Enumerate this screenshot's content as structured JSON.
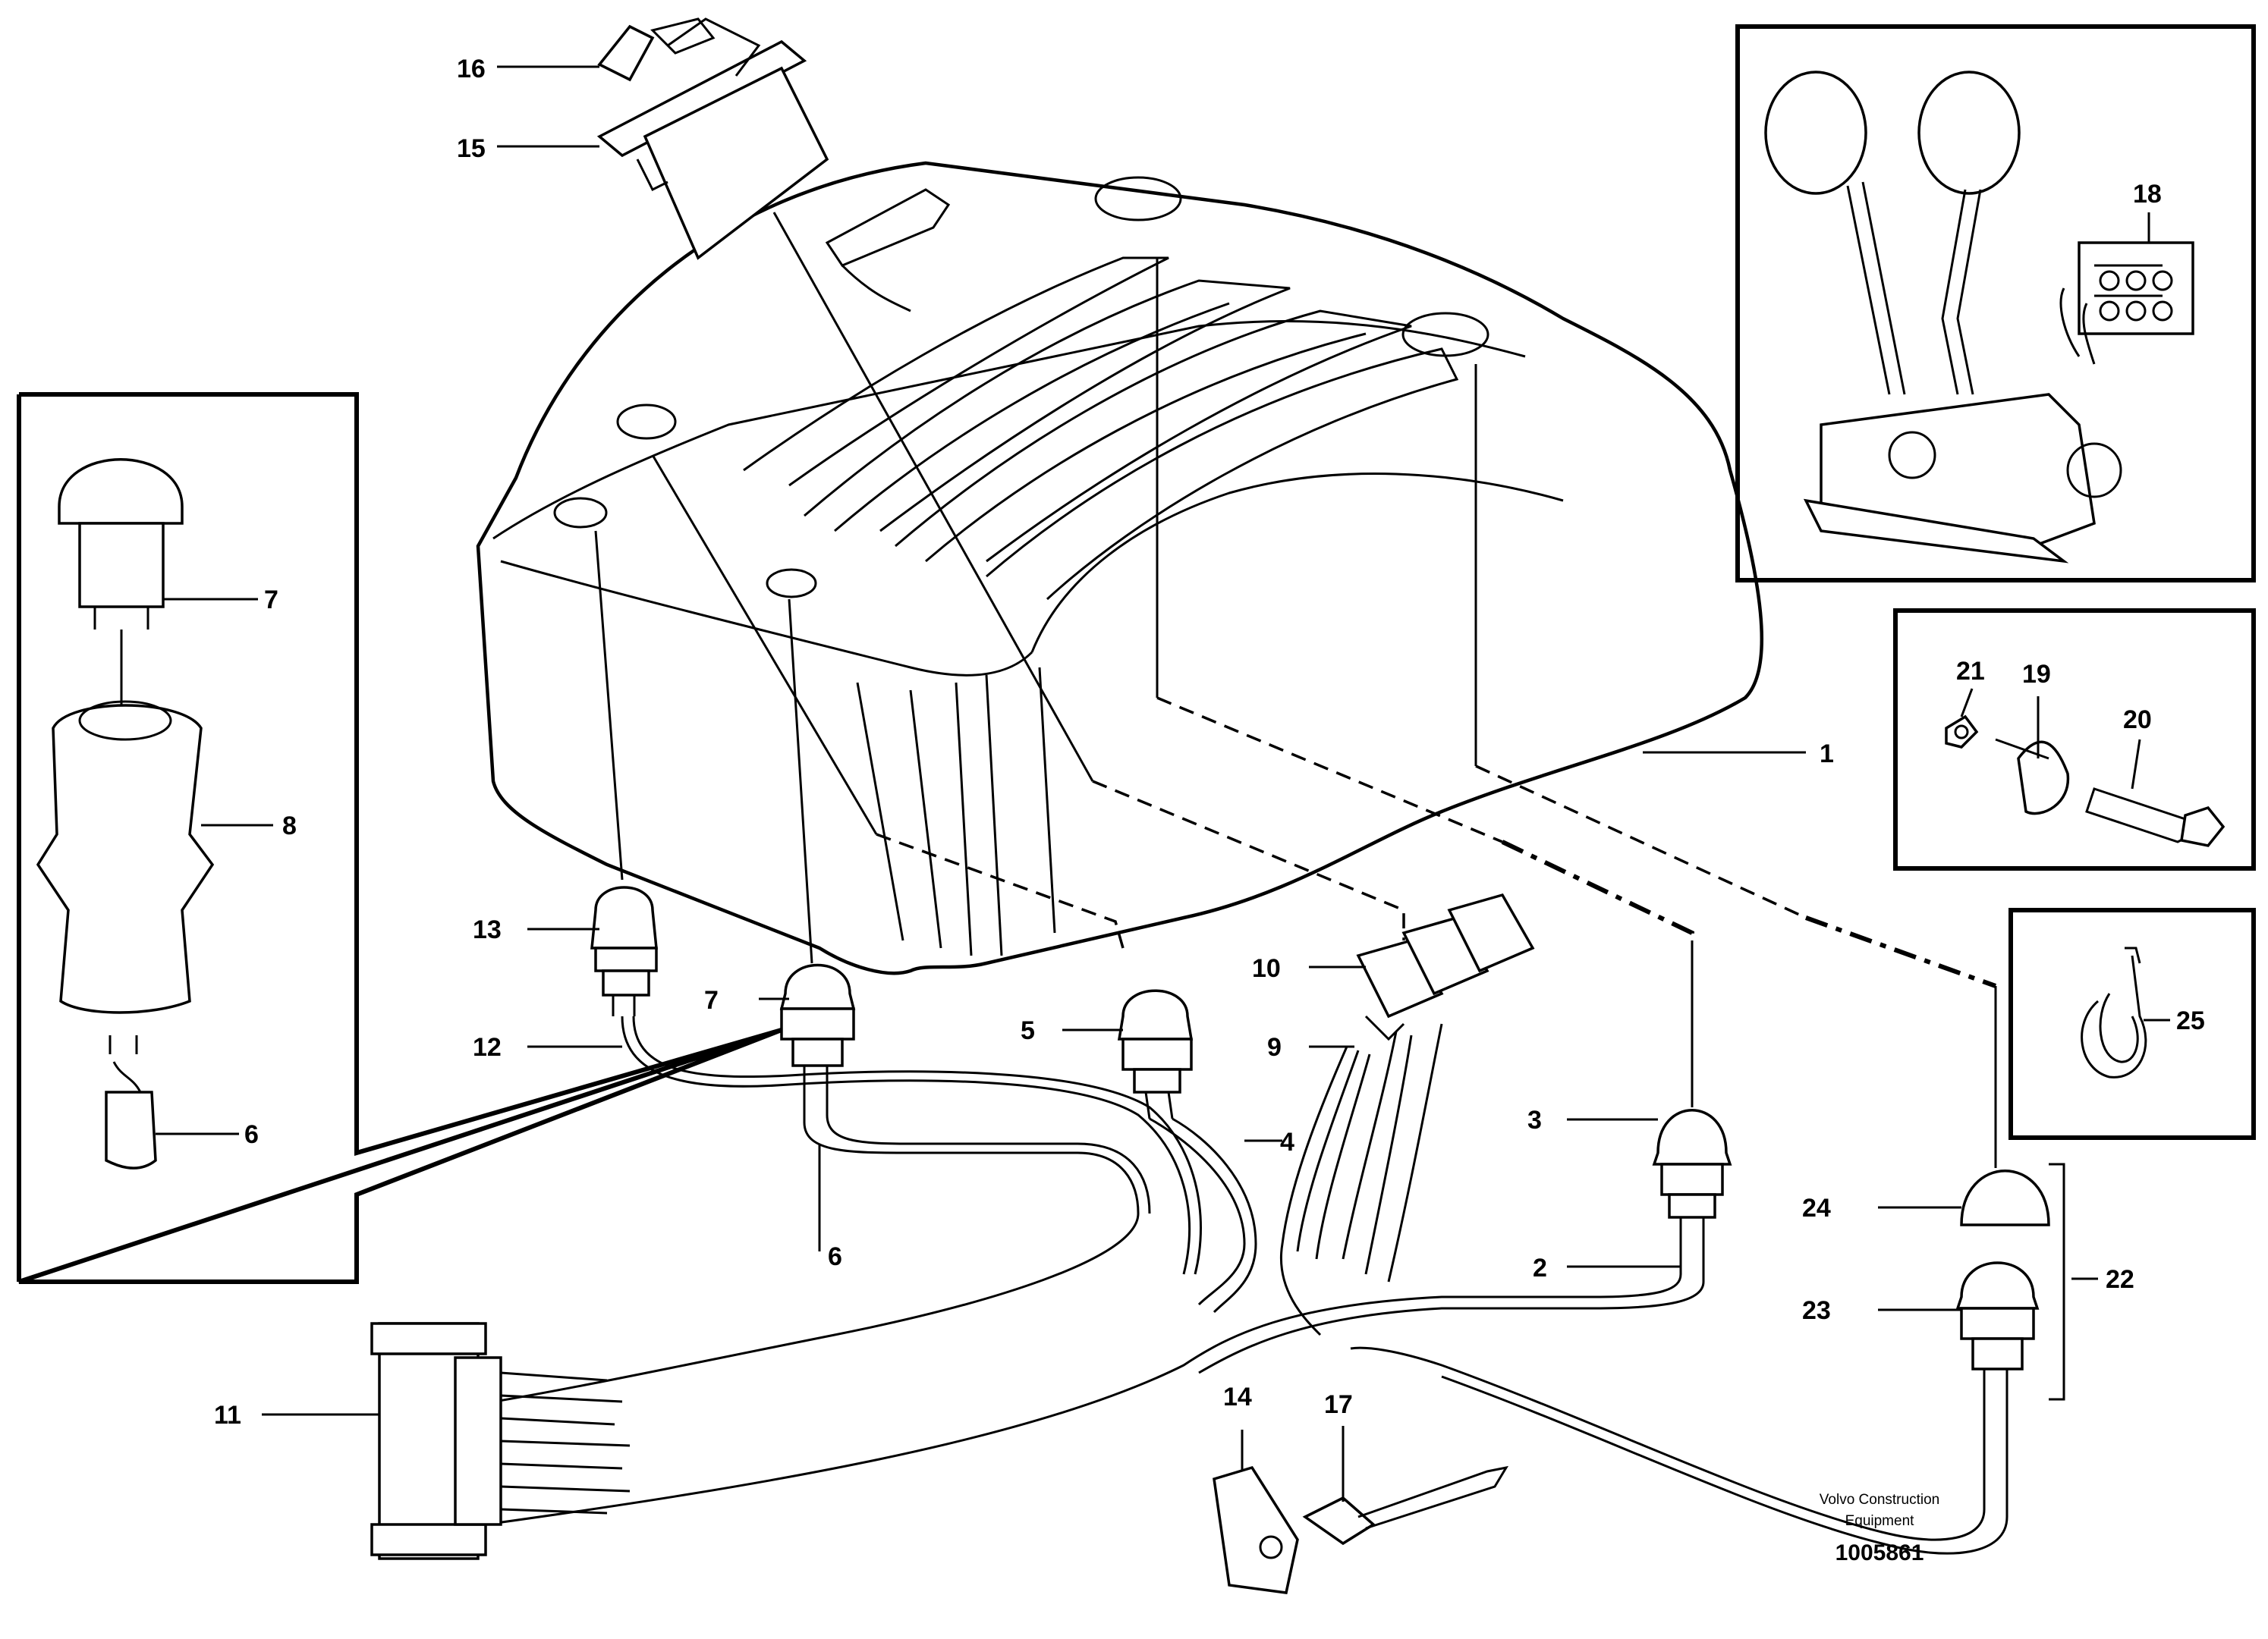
{
  "labels": {
    "l1": "1",
    "l2": "2",
    "l3": "3",
    "l4": "4",
    "l5": "5",
    "l6a": "6",
    "l6b": "6",
    "l7a": "7",
    "l7b": "7",
    "l8": "8",
    "l9": "9",
    "l10": "10",
    "l11": "11",
    "l12": "12",
    "l13": "13",
    "l14": "14",
    "l15": "15",
    "l16": "16",
    "l17": "17",
    "l18": "18",
    "l19": "19",
    "l20": "20",
    "l21": "21",
    "l22": "22",
    "l23": "23",
    "l24": "24",
    "l25": "25"
  },
  "caption": {
    "line1": "Volvo Construction",
    "line2": "Equipment",
    "number": "1005861"
  }
}
